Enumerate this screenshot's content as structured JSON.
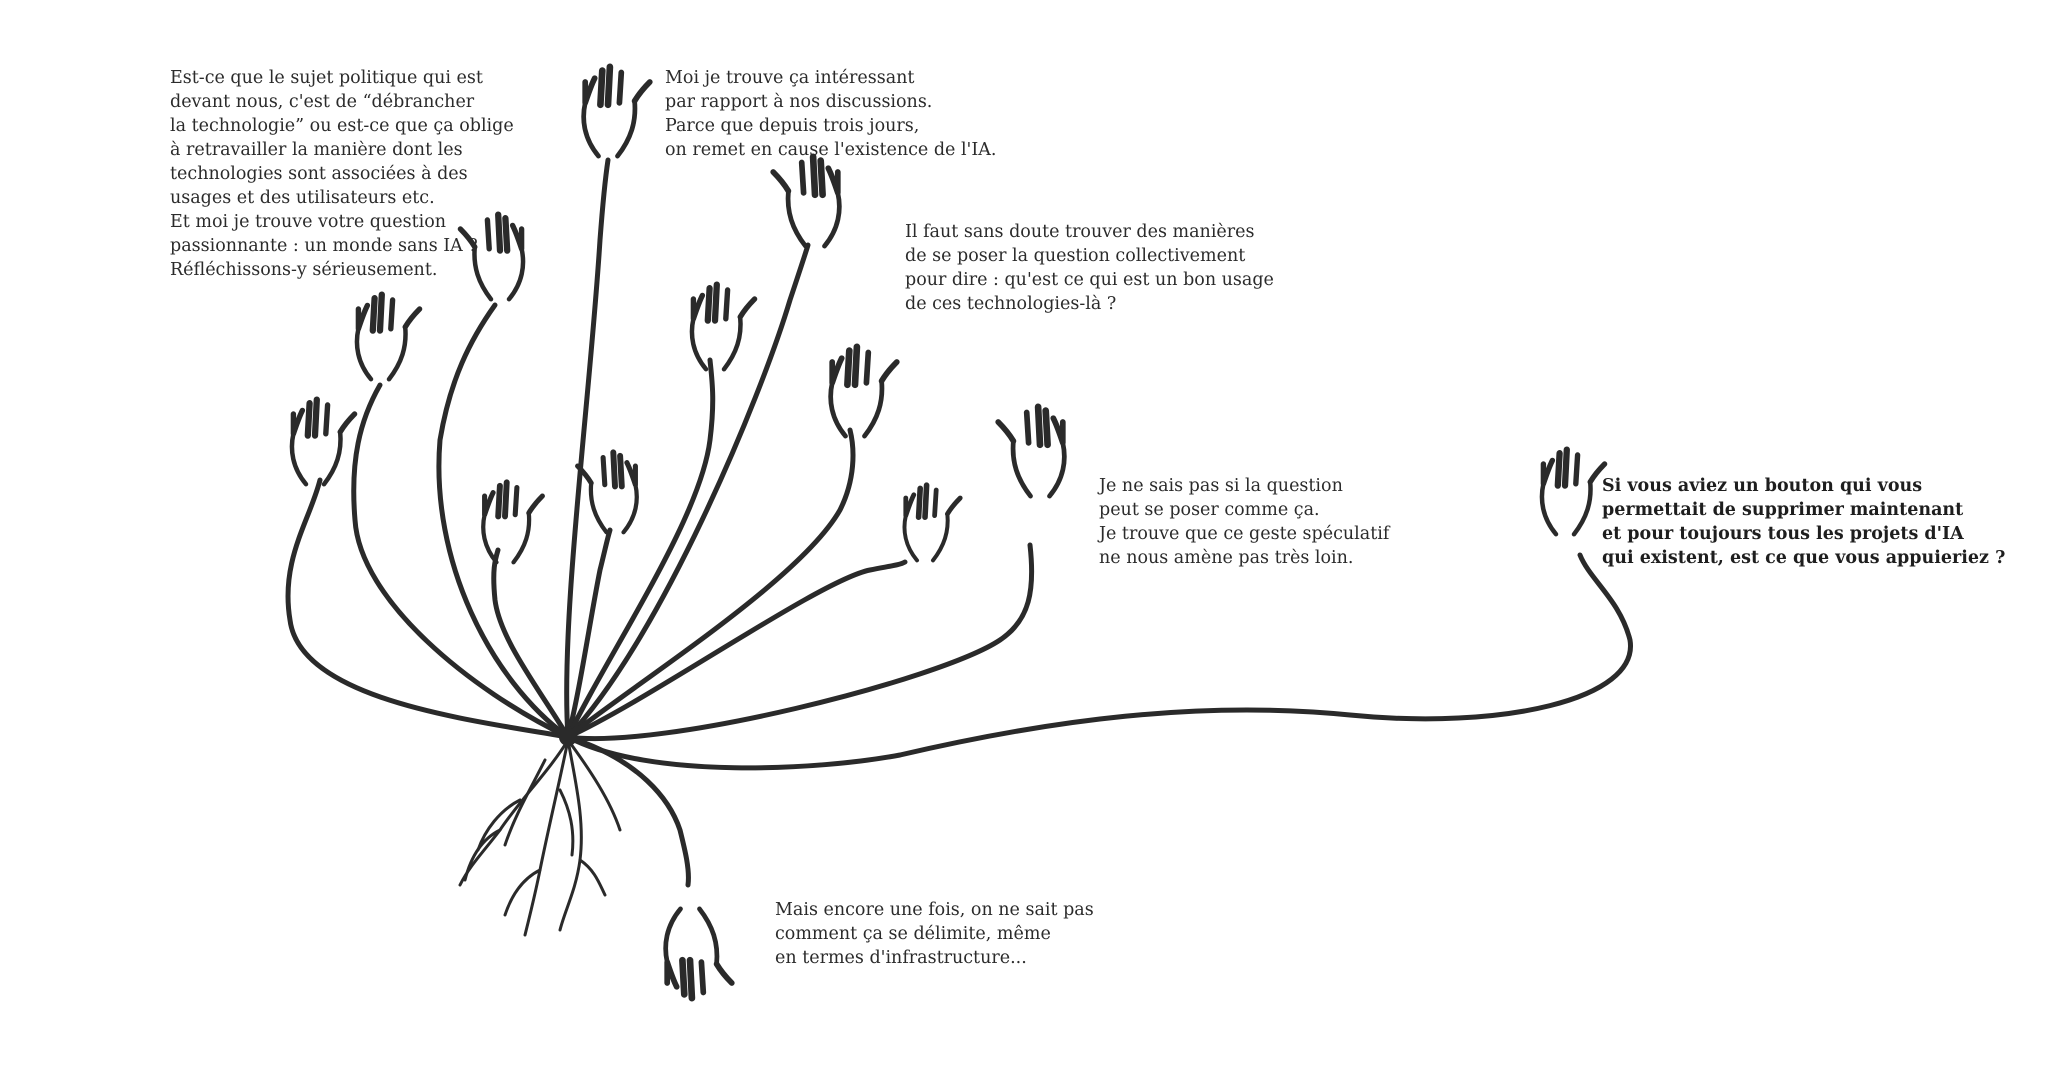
{
  "quotes": [
    {
      "id": "q1",
      "text": "Est-ce que le sujet politique qui est\ndevant nous, c'est de “débrancher\nla technologie” ou est-ce que ça oblige\nà retravailler la manière dont les\ntechnologies sont associées à des\nusages et des utilisateurs etc.\nEt moi je trouve votre question\npassionnante : un monde sans IA ?\nRéfléchissons-y sérieusement."
    },
    {
      "id": "q2",
      "text": "Moi je trouve ça intéressant\npar rapport à nos discussions.\nParce que depuis trois jours,\non remet en cause l'existence de l'IA."
    },
    {
      "id": "q3",
      "text": "Il faut sans doute trouver des manières\nde se poser la question collectivement\npour dire : qu'est ce qui est un bon usage\nde ces technologies-là ?"
    },
    {
      "id": "q4",
      "text": "Je ne sais pas si la question\npeut se poser comme ça.\nJe trouve que ce geste spéculatif\nne nous amène pas très loin."
    },
    {
      "id": "q5",
      "text": "Si vous aviez un bouton qui vous\npermettait de supprimer maintenant\net pour toujours tous les projets d'IA\nqui existent, est ce que vous appuieriez ?"
    },
    {
      "id": "q6",
      "text": "Mais encore une fois, on ne sait pas\ncomment ça se délimite, même\nen termes d'infrastructure..."
    }
  ],
  "illustration": {
    "subject": "hand-drawn plant with stems ending in hands, roots at the base",
    "ink_color": "#2a2a2a"
  }
}
